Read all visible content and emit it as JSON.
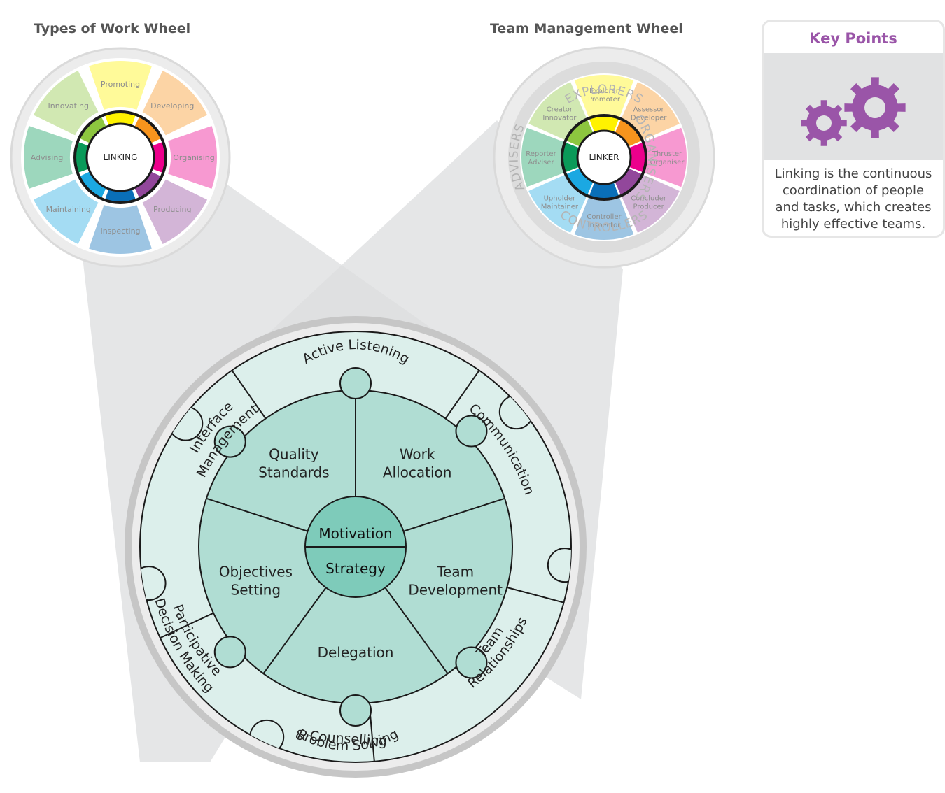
{
  "titles": {
    "types_of_work_wheel": "Types of Work Wheel",
    "team_management_wheel": "Team Management Wheel"
  },
  "types_of_work_wheel": {
    "center": "LINKING",
    "segments": [
      {
        "label": "Promoting",
        "color": "#fff200"
      },
      {
        "label": "Developing",
        "color": "#f7941d"
      },
      {
        "label": "Organising",
        "color": "#ec008c"
      },
      {
        "label": "Producing",
        "color": "#92479b"
      },
      {
        "label": "Inspecting",
        "color": "#0a6fb8"
      },
      {
        "label": "Maintaining",
        "color": "#1ba8e2"
      },
      {
        "label": "Advising",
        "color": "#0a9a59"
      },
      {
        "label": "Innovating",
        "color": "#8dc63f"
      }
    ]
  },
  "team_management_wheel": {
    "center": "LINKER",
    "ring_labels": {
      "top": "EXPLORERS",
      "right": "ORGANISERS",
      "bottom": "CONTROLLERS",
      "left": "ADVISERS"
    },
    "segments": [
      {
        "line1": "Explorer",
        "line2": "Promoter",
        "color": "#fff200"
      },
      {
        "line1": "Assessor",
        "line2": "Developer",
        "color": "#f7941d"
      },
      {
        "line1": "Thruster",
        "line2": "Organiser",
        "color": "#ec008c"
      },
      {
        "line1": "Concluder",
        "line2": "Producer",
        "color": "#92479b"
      },
      {
        "line1": "Controller",
        "line2": "Inspector",
        "color": "#0a6fb8"
      },
      {
        "line1": "Upholder",
        "line2": "Maintainer",
        "color": "#1ba8e2"
      },
      {
        "line1": "Reporter",
        "line2": "Adviser",
        "color": "#0a9a59"
      },
      {
        "line1": "Creator",
        "line2": "Innovator",
        "color": "#8dc63f"
      }
    ]
  },
  "linking_skills_wheel": {
    "center_top": "Motivation",
    "center_bottom": "Strategy",
    "inner_skills": [
      {
        "line1": "Work",
        "line2": "Allocation"
      },
      {
        "line1": "Team",
        "line2": "Development"
      },
      {
        "line1": "Delegation",
        "line2": ""
      },
      {
        "line1": "Objectives",
        "line2": "Setting"
      },
      {
        "line1": "Quality",
        "line2": "Standards"
      }
    ],
    "outer_skills": {
      "active_listening": "Active Listening",
      "communication": "Communication",
      "team_relationships_1": "Team",
      "team_relationships_2": "Relationships",
      "problem_solving_1": "Problem Solving",
      "problem_solving_2": "& Counselling",
      "participative_1": "Participative",
      "participative_2": "Decision Making",
      "interface_1": "Interface",
      "interface_2": "Management"
    },
    "colors": {
      "outer_ring": "#dcefeb",
      "inner_ring": "#b0ddd3",
      "center": "#7ecbba",
      "frame": "#c4c4c4"
    }
  },
  "key_points": {
    "title": "Key Points",
    "icon": "gears-icon",
    "icon_color": "#9a55a8",
    "text_lines": [
      "Linking is the continuous",
      "coordination of people",
      "and tasks, which creates",
      "highly effective teams."
    ]
  }
}
